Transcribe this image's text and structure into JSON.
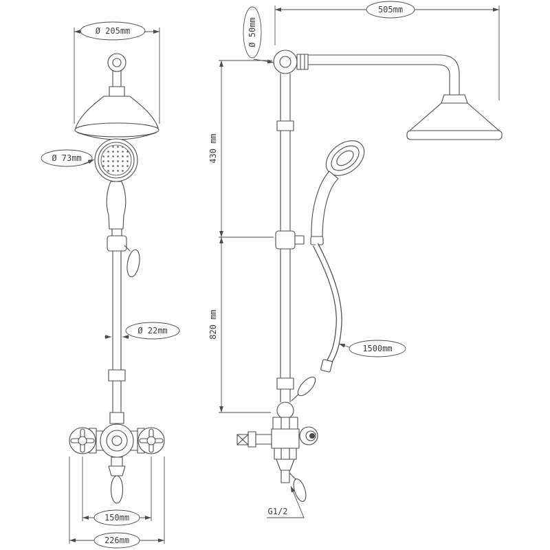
{
  "drawing": {
    "background": "#ffffff",
    "line_color": "#4a4a4a",
    "labels": {
      "head_diameter": "Ø 205mm",
      "handset_diameter": "Ø 73mm",
      "pipe_diameter": "Ø 22mm",
      "flange_diameter": "Ø 50mm",
      "arm_length": "505mm",
      "upper_height": "430 mm",
      "lower_height": "820 mm",
      "hose_length": "1500mm",
      "valve_centres": "150mm",
      "overall_width": "226mm",
      "connection_thread": "G1/2"
    }
  }
}
